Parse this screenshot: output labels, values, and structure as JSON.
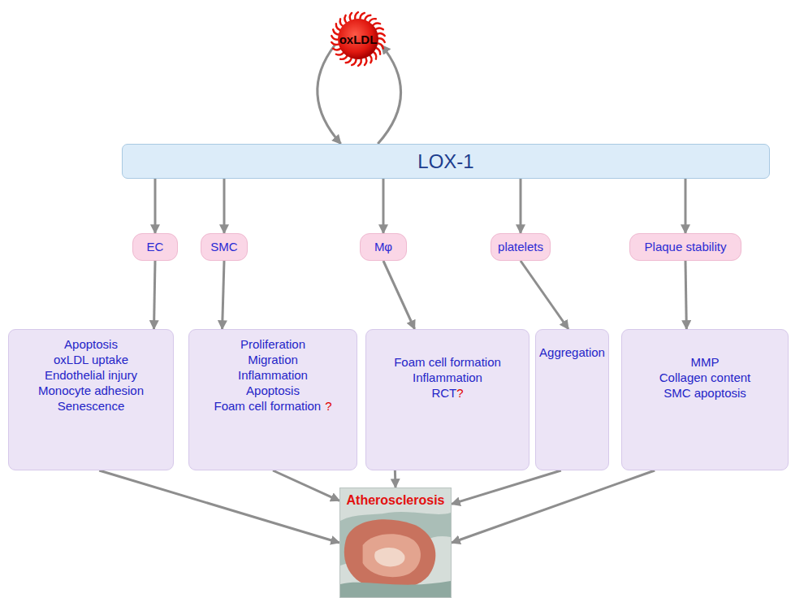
{
  "diagram": {
    "nodes": [
      {
        "text": [
          "oxLDL"
        ]
      },
      {
        "text": [
          "LOX-1"
        ]
      },
      {
        "text": [
          "EC"
        ]
      },
      {
        "text": [
          "SMC"
        ]
      },
      {
        "text": [
          "Mφ"
        ]
      },
      {
        "text": [
          "platelets"
        ]
      },
      {
        "text": [
          "Plaque stability"
        ]
      },
      {
        "text": [
          "Apoptosis",
          "oxLDL uptake",
          "Endothelial injury",
          "Monocyte adhesion",
          "Senescence"
        ]
      },
      {
        "text": [
          "Proliferation",
          "Migration",
          "Inflammation",
          "Apoptosis",
          "Foam cell formation",
          "?"
        ]
      },
      {
        "text": [
          "Foam cell formation",
          "Inflammation",
          "RCT",
          "?"
        ]
      },
      {
        "text": [
          "Aggregation"
        ]
      },
      {
        "text": [
          "MMP",
          "Collagen content",
          "SMC apoptosis"
        ]
      },
      {
        "text": [
          "Atherosclerosis"
        ]
      }
    ],
    "edges": [
      {
        "from": 0,
        "to": 1,
        "arrow": "to"
      },
      {
        "from": 1,
        "to": 0,
        "arrow": "to"
      },
      {
        "from": 1,
        "to": 2,
        "arrow": "to"
      },
      {
        "from": 1,
        "to": 3,
        "arrow": "to"
      },
      {
        "from": 1,
        "to": 4,
        "arrow": "to"
      },
      {
        "from": 1,
        "to": 5,
        "arrow": "to"
      },
      {
        "from": 1,
        "to": 6,
        "arrow": "to"
      },
      {
        "from": 2,
        "to": 7,
        "arrow": "to"
      },
      {
        "from": 3,
        "to": 8,
        "arrow": "to"
      },
      {
        "from": 4,
        "to": 9,
        "arrow": "to"
      },
      {
        "from": 5,
        "to": 10,
        "arrow": "to"
      },
      {
        "from": 6,
        "to": 11,
        "arrow": "to"
      },
      {
        "from": 7,
        "to": 12,
        "arrow": "to"
      },
      {
        "from": 8,
        "to": 12,
        "arrow": "to"
      },
      {
        "from": 9,
        "to": 12,
        "arrow": "to"
      },
      {
        "from": 10,
        "to": 12,
        "arrow": "to"
      },
      {
        "from": 11,
        "to": 12,
        "arrow": "to"
      }
    ]
  }
}
